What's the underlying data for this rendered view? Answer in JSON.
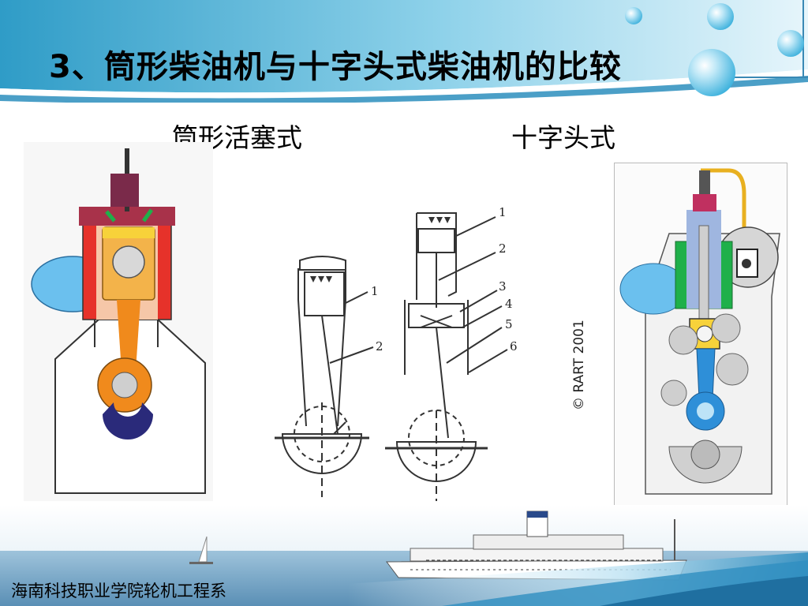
{
  "header": {
    "title": "3、筒形柴油机与十字头式柴油机的比较"
  },
  "labels": {
    "trunk": "筒形活塞式",
    "crosshead": "十字头式"
  },
  "diagram_trunk": {
    "numbers": [
      "1",
      "2"
    ]
  },
  "diagram_crosshead": {
    "numbers": [
      "1",
      "2",
      "3",
      "4",
      "5",
      "6"
    ]
  },
  "photo": {
    "copyright": "© RART 2001"
  },
  "footer": {
    "text": "海南科技职业学院轮机工程系"
  },
  "colors": {
    "header_blue": "#4fb3d9",
    "header_light": "#d6eef7",
    "bubble": "#7fd0ee",
    "engine_blue": "#6bc0ee",
    "engine_orange": "#f08a1c",
    "engine_red": "#e6322a",
    "engine_green": "#1fb04a",
    "con_rod_blue": "#2e8fd8"
  }
}
